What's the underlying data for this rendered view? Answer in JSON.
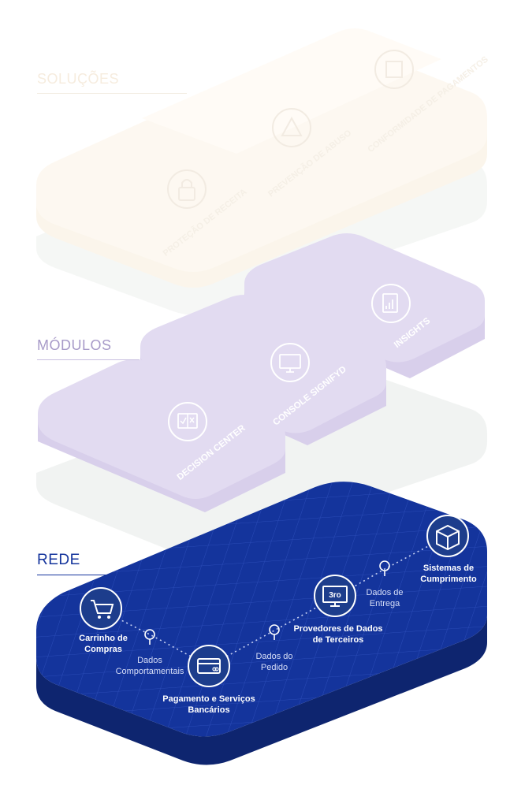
{
  "sections": {
    "solucoes": "SOLUÇÕES",
    "modulos": "MÓDULOS",
    "rede": "REDE"
  },
  "solutions": [
    {
      "label": "PROTEÇÃO DE RECEITA",
      "icon": "lock-dollar-icon"
    },
    {
      "label": "PREVENÇÃO DE ABUSO",
      "icon": "warning-icon"
    },
    {
      "label": "CONFORMIDADE DE PAGAMENTOS",
      "icon": "checkbox-icon"
    }
  ],
  "modules": [
    {
      "label": "DECISION CENTER",
      "icon": "decision-center-icon"
    },
    {
      "label": "CONSOLE SIGNIFYD",
      "icon": "console-monitor-icon"
    },
    {
      "label": "INSIGHTS",
      "icon": "insights-report-icon"
    }
  ],
  "network": {
    "nodes": [
      {
        "label": "Carrinho de Compras",
        "icon": "shopping-cart-icon"
      },
      {
        "label": "Pagamento e Serviços Bancários",
        "icon": "credit-card-icon"
      },
      {
        "label": "Provedores de Dados de Terceiros",
        "icon": "third-party-monitor-icon",
        "badge": "3ro"
      },
      {
        "label": "Sistemas de Cumprimento",
        "icon": "package-box-icon"
      }
    ],
    "links": [
      {
        "label": "Dados Comportamentais"
      },
      {
        "label": "Dados do Pedido"
      },
      {
        "label": "Dados de Entrega"
      }
    ]
  },
  "colors": {
    "solutions_layer": "#fdf6ec",
    "modules_layer": "#e3dcf1",
    "network_layer": "#14349c",
    "network_side": "#0e256f",
    "ghost_slab": "#f3f5f4",
    "node_ring": "#1d3d8c"
  }
}
